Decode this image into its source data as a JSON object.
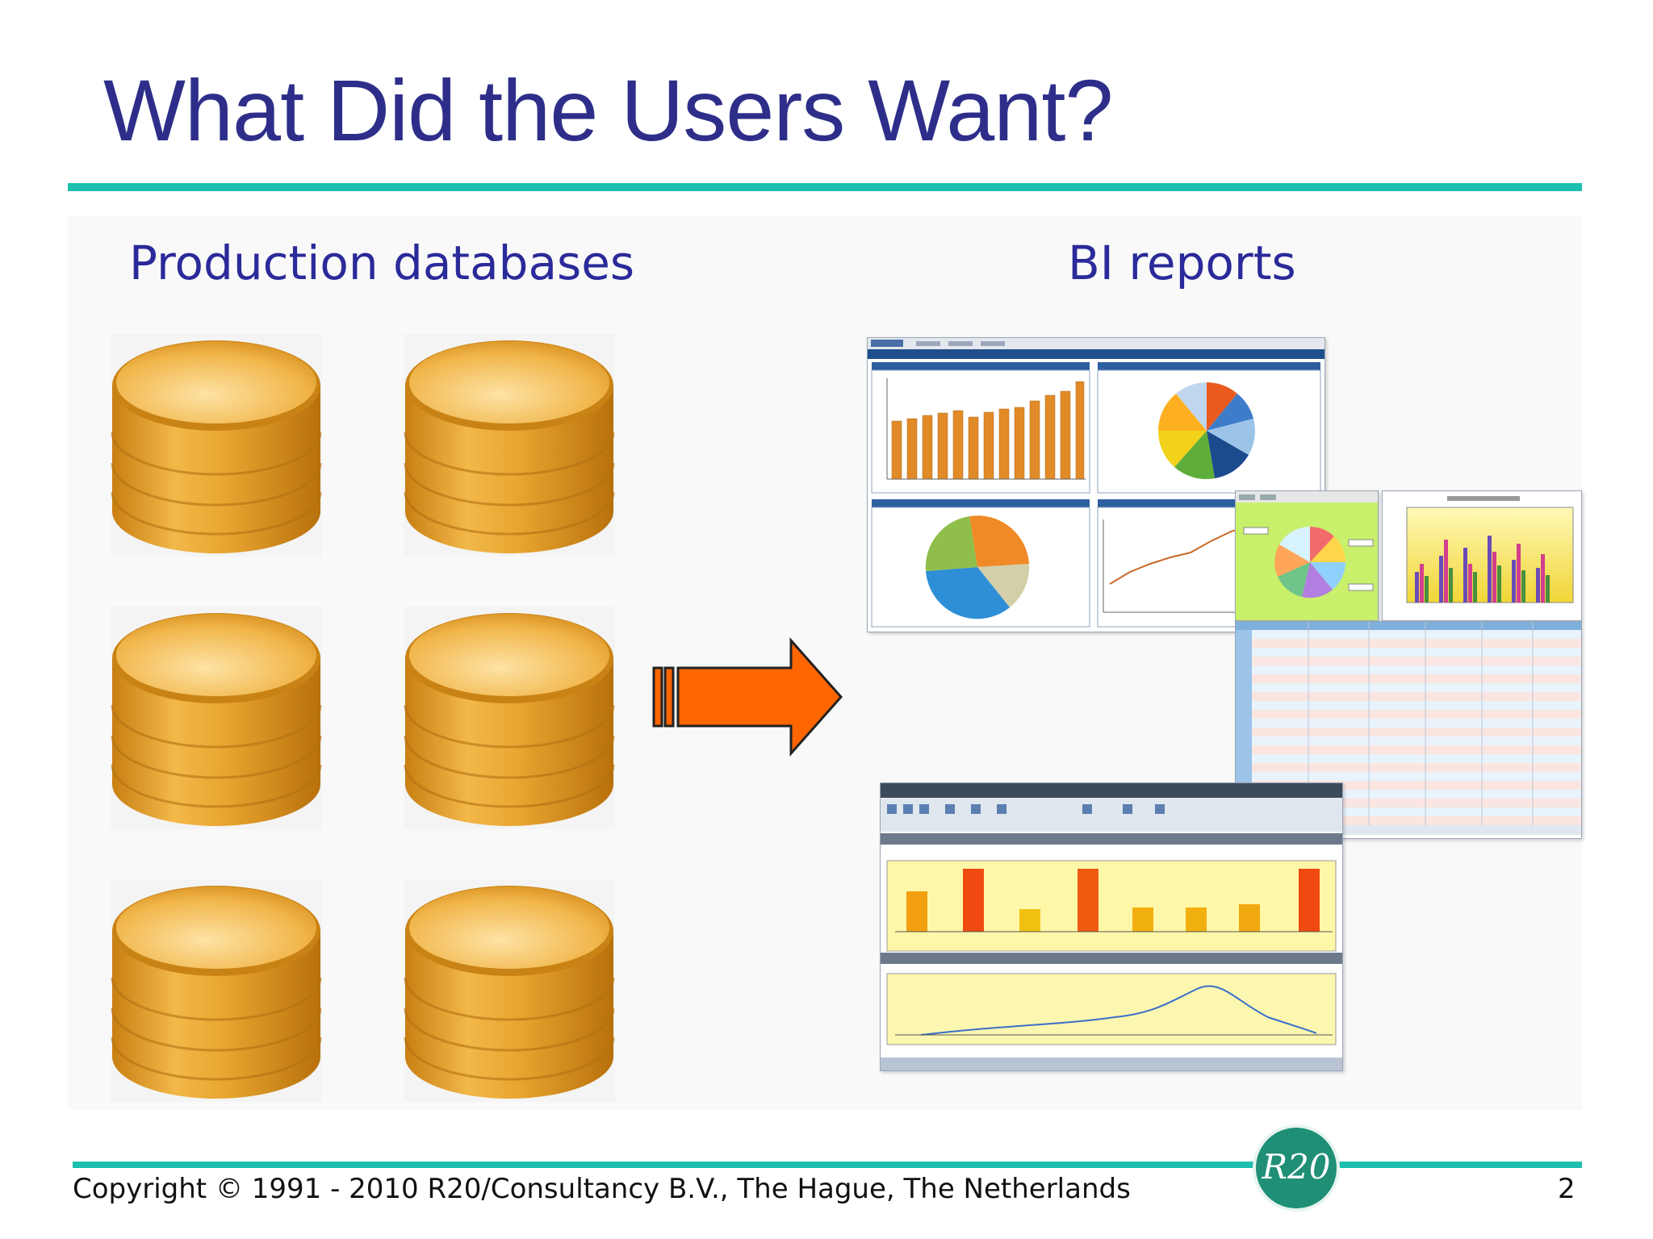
{
  "slide": {
    "title": "What Did the Users Want?"
  },
  "left_label": "Production databases",
  "right_label": "BI reports",
  "footer": {
    "copyright": "Copyright © 1991 - 2010 R20/Consultancy B.V., The Hague, The Netherlands",
    "page_number": "2"
  },
  "logo": {
    "text": "R20"
  },
  "colors": {
    "title": "#2e2e8a",
    "rule": "#1dbfae",
    "label": "#2a2a9a",
    "arrow": "#ff6600",
    "database": "#e8a52f"
  },
  "icons": {
    "database": "database-cylinder-icon",
    "arrow": "arrow-right-icon"
  }
}
